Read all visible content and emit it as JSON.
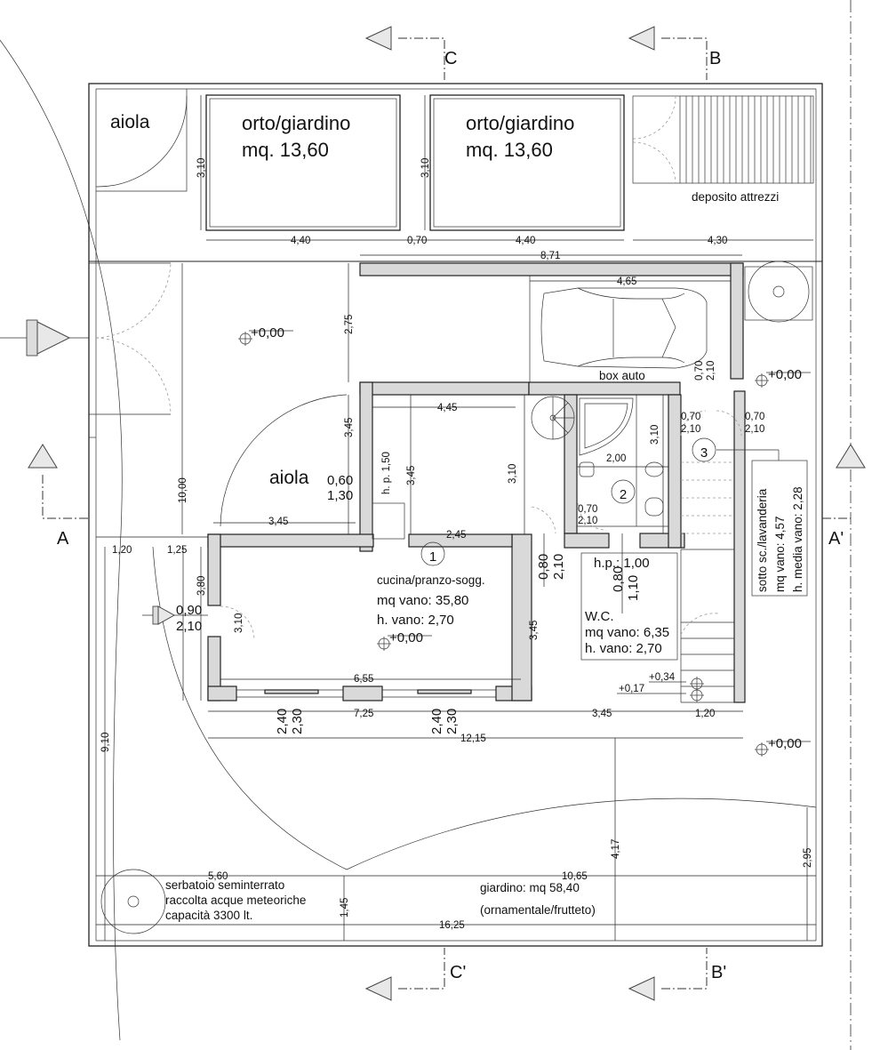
{
  "sections": {
    "c_top": "C",
    "b_top": "B",
    "c_bottom": "C'",
    "b_bottom": "B'",
    "a_left": "A",
    "a_right": "A'"
  },
  "labels": {
    "aiola_top": "aiola",
    "orto1_name": "orto/giardino",
    "orto1_area": "mq. 13,60",
    "orto2_name": "orto/giardino",
    "orto2_area": "mq. 13,60",
    "deposito": "deposito attrezzi",
    "box_auto": "box auto",
    "aiola_mid": "aiola",
    "level_1": "+0,00",
    "level_2": "+0,00",
    "level_3": "+0,00",
    "level_4": "+0,00",
    "level_5": "+0,34",
    "level_6": "+0,17"
  },
  "rooms": {
    "r1": {
      "num": "1",
      "name": "cucina/pranzo-sogg.",
      "area": "mq vano: 35,80",
      "height": "h. vano: 2,70"
    },
    "r2": {
      "num": "2",
      "hp": "h.p.: 1,00",
      "name": "W.C.",
      "area": "mq vano: 6,35",
      "height": "h. vano: 2,70"
    },
    "r3": {
      "num": "3",
      "name": "sotto sc./lavanderia",
      "area": "mq vano: 4,57",
      "height": "h. media vano: 2,28"
    }
  },
  "garden": {
    "area": "giardino: mq 58,40",
    "use": "(ornamentale/frutteto)"
  },
  "tank": {
    "line1": "serbatoio seminterrato",
    "line2": "raccolta acque meteoriche",
    "line3": "capacità 3300 lt."
  },
  "dims": {
    "d_310a": "3,10",
    "d_310b": "3,10",
    "d_440a": "4,40",
    "d_070": "0,70",
    "d_440b": "4,40",
    "d_430": "4,30",
    "d_871": "8,71",
    "d_465": "4,65",
    "d_275": "2,75",
    "d_1000": "10,00",
    "d_345a": "3,45",
    "d_445": "4,45",
    "d_345b": "3,45",
    "d_hp150": "h. p. 1,50",
    "d_060": "0,60",
    "d_130": "1,30",
    "d_310c": "3,10",
    "d_345c": "3,45",
    "d_245": "2,45",
    "d_200": "2,00",
    "d_310d": "3,10",
    "d_070b": "0,70",
    "d_210b": "2,10",
    "d_070c": "0,70",
    "d_210c": "2,10",
    "d_070d": "0,70",
    "d_210d": "2,10",
    "d_070e": "0,70",
    "d_210e": "2,10",
    "d_120a": "1,20",
    "d_125": "1,25",
    "d_380": "3,80",
    "d_090": "0,90",
    "d_210f": "2,10",
    "d_310e": "3,10",
    "d_080a": "0,80",
    "d_210g": "2,10",
    "d_080b": "0,80",
    "d_110": "1,10",
    "d_345d": "3,45",
    "d_655": "6,55",
    "d_725": "7,25",
    "d_345e": "3,45",
    "d_120b": "1,20",
    "d_240a": "2,40",
    "d_230a": "2,30",
    "d_240b": "2,40",
    "d_230b": "2,30",
    "d_1215": "12,15",
    "d_910": "9,10",
    "d_417": "4,17",
    "d_295": "2,95",
    "d_560": "5,60",
    "d_1065": "10,65",
    "d_145": "1,45",
    "d_1625": "16,25"
  }
}
